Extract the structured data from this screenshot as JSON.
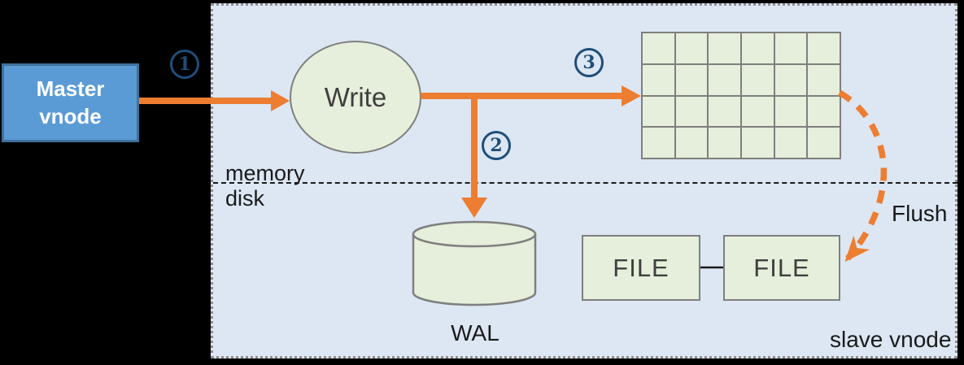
{
  "nodes": {
    "master": "Master vnode",
    "write": "Write",
    "wal": "WAL",
    "file_left": "FILE",
    "file_right": "FILE"
  },
  "labels": {
    "memory": "memory",
    "disk": "disk",
    "flush": "Flush",
    "slave_vnode": "slave vnode"
  },
  "steps": [
    {
      "badge": "1"
    },
    {
      "badge": "2"
    },
    {
      "badge": "3"
    }
  ],
  "memtable_grid": {
    "rows": 4,
    "cols": 6
  },
  "colors": {
    "background": "#000000",
    "panel_fill": "#dce7f3",
    "panel_border": "#8f8f8f",
    "node_fill_green": "#e5efdb",
    "node_border_gray": "#7f7f7f",
    "master_fill_blue": "#5b9bd5",
    "master_border_blue": "#41719c",
    "arrow_orange": "#ed7d31",
    "badge_navy": "#1f4e79",
    "text_dark": "#3f3f3f",
    "text_black": "#1a1a1a"
  }
}
